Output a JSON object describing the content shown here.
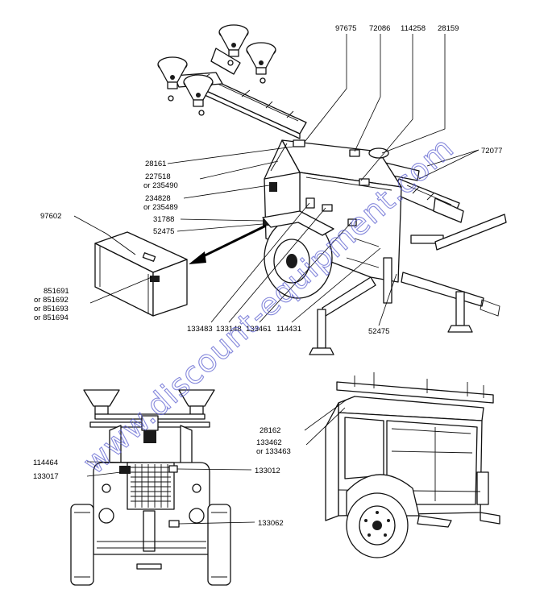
{
  "watermark": "www.discount-equipment.com",
  "top_view": {
    "labels": {
      "p97675": "97675",
      "p72086": "72086",
      "p114258": "114258",
      "p28159": "28159",
      "p72077": "72077",
      "p28161": "28161",
      "p227518": "227518",
      "p227518_alt": "or 235490",
      "p234828": "234828",
      "p234828_alt": "or 235489",
      "p31788": "31788",
      "p52475_left": "52475",
      "p97602": "97602",
      "p851691": "851691",
      "p851691_alt1": "or 851692",
      "p851691_alt2": "or 851693",
      "p851691_alt3": "or 851694",
      "p133483": "133483",
      "p133148": "133148",
      "p133461": "133461",
      "p114431": "114431",
      "p52475_bottom": "52475"
    }
  },
  "rear_view": {
    "labels": {
      "p114464": "114464",
      "p133017": "133017",
      "p133012": "133012",
      "p133062": "133062"
    }
  },
  "side_view": {
    "labels": {
      "p28162": "28162",
      "p133462": "133462",
      "p133462_alt": "or 133463"
    }
  }
}
